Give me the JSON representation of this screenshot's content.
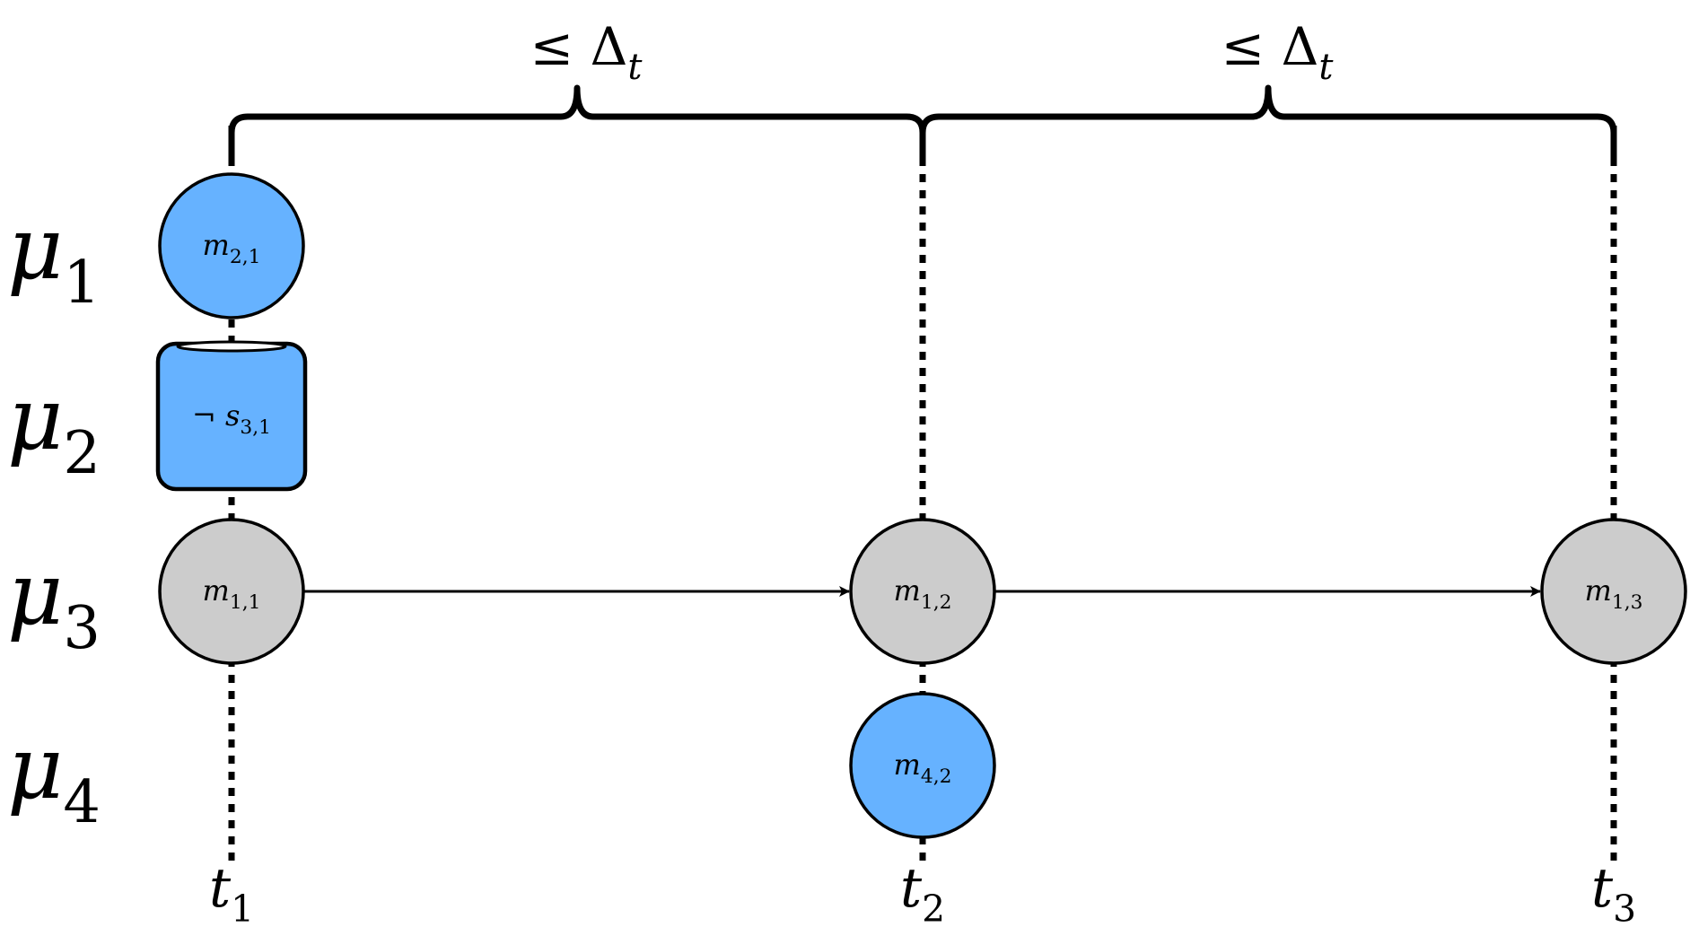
{
  "diagram": {
    "colors": {
      "blue": "#66B2FF",
      "gray": "#CCCCCC",
      "stroke": "#000000"
    },
    "rows": [
      {
        "base": "μ",
        "sub": "1"
      },
      {
        "base": "μ",
        "sub": "2"
      },
      {
        "base": "μ",
        "sub": "3"
      },
      {
        "base": "μ",
        "sub": "4"
      }
    ],
    "columns": [
      {
        "base": "t",
        "sub": "1"
      },
      {
        "base": "t",
        "sub": "2"
      },
      {
        "base": "t",
        "sub": "3"
      }
    ],
    "intervals": [
      {
        "from": 0,
        "to": 1,
        "label_rel": "≤",
        "label_base": "Δ",
        "label_sub": "t"
      },
      {
        "from": 1,
        "to": 2,
        "label_rel": "≤",
        "label_base": "Δ",
        "label_sub": "t"
      }
    ],
    "nodes": [
      {
        "id": "m21",
        "row": 0,
        "col": 0,
        "shape": "circle",
        "fill": "blue",
        "prefix": "",
        "base": "m",
        "sub": "2,1"
      },
      {
        "id": "s31",
        "row": 1,
        "col": 0,
        "shape": "box",
        "fill": "blue",
        "prefix": "¬",
        "base": "s",
        "sub": "3,1"
      },
      {
        "id": "m11",
        "row": 2,
        "col": 0,
        "shape": "circle",
        "fill": "gray",
        "prefix": "",
        "base": "m",
        "sub": "1,1"
      },
      {
        "id": "m12",
        "row": 2,
        "col": 1,
        "shape": "circle",
        "fill": "gray",
        "prefix": "",
        "base": "m",
        "sub": "1,2"
      },
      {
        "id": "m13",
        "row": 2,
        "col": 2,
        "shape": "circle",
        "fill": "gray",
        "prefix": "",
        "base": "m",
        "sub": "1,3"
      },
      {
        "id": "m42",
        "row": 3,
        "col": 1,
        "shape": "circle",
        "fill": "blue",
        "prefix": "",
        "base": "m",
        "sub": "4,2"
      }
    ],
    "edges": [
      {
        "from": "m11",
        "to": "m12"
      },
      {
        "from": "m12",
        "to": "m13"
      }
    ]
  }
}
